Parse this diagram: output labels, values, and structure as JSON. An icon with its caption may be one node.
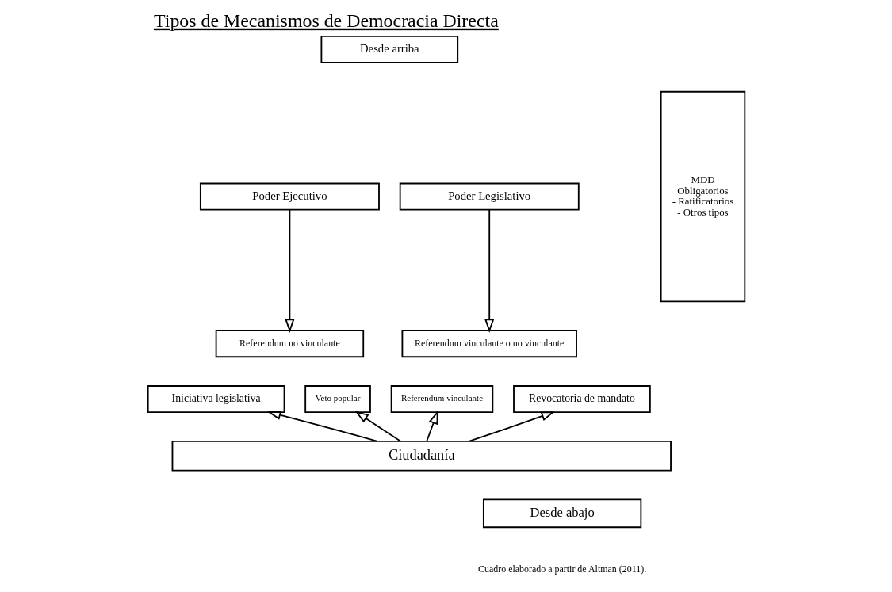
{
  "diagram": {
    "title": "Tipos de Mecanismos de Democracia Directa",
    "caption": "Cuadro elaborado a partir de Altman (2011).",
    "nodes": [
      {
        "text": [
          "Desde arriba"
        ]
      },
      {
        "text": [
          "MDD",
          "Obligatorios",
          "- Ratificatorios",
          "- Otros tipos"
        ]
      },
      {
        "text": [
          "Poder Ejecutivo"
        ]
      },
      {
        "text": [
          "Poder Legislativo"
        ]
      },
      {
        "text": [
          "Referendum no vinculante"
        ]
      },
      {
        "text": [
          "Referendum vinculante o no vinculante"
        ]
      },
      {
        "text": [
          "Iniciativa legislativa"
        ]
      },
      {
        "text": [
          "Veto popular"
        ]
      },
      {
        "text": [
          "Referendum vinculante"
        ]
      },
      {
        "text": [
          "Revocatoria de mandato"
        ]
      },
      {
        "text": [
          "Ciudadanía"
        ]
      },
      {
        "text": [
          "Desde abajo"
        ]
      }
    ],
    "edges": [
      {
        "from": 2,
        "to": 4,
        "arrow": "to"
      },
      {
        "from": 3,
        "to": 5,
        "arrow": "to"
      },
      {
        "from": 10,
        "to": 6,
        "arrow": "to"
      },
      {
        "from": 10,
        "to": 7,
        "arrow": "to"
      },
      {
        "from": 10,
        "to": 8,
        "arrow": "to"
      },
      {
        "from": 10,
        "to": 9,
        "arrow": "to"
      }
    ]
  }
}
